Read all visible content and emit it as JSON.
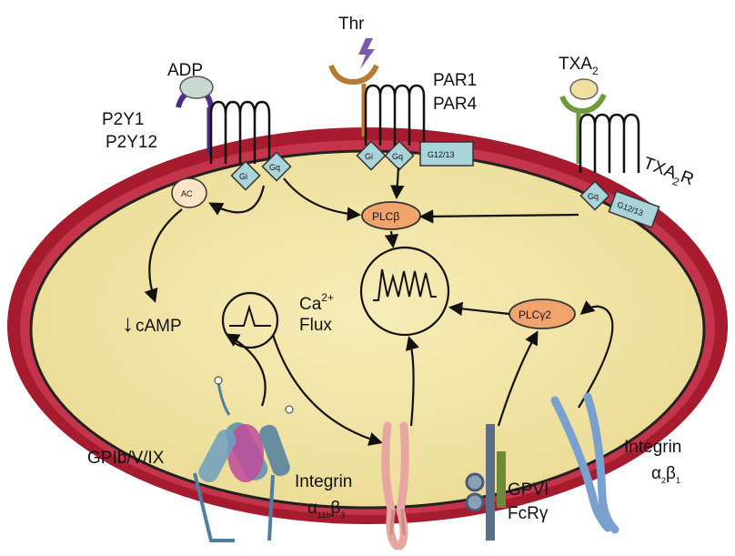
{
  "labels": {
    "adp": "ADP",
    "p2y1": "P2Y1",
    "p2y12": "P2Y12",
    "thr": "Thr",
    "par1": "PAR1",
    "par4": "PAR4",
    "txa2": "TXA",
    "txa2_sub": "2",
    "txa2r": "TXA",
    "txa2r_sub": "2",
    "txa2r_tail": "R",
    "ac": "AC",
    "gi_left": "Gi",
    "gq_left": "Gq",
    "gi_mid": "Gi",
    "gq_mid": "Gq",
    "g1213_mid": "G12/13",
    "gq_right": "Gq",
    "g1213_right": "G12/13",
    "plcb": "PLCβ",
    "plcg2": "PLCγ2",
    "camp": "cAMP",
    "camp_arrow": "↓",
    "ca": "Ca",
    "ca_sup": "2+",
    "flux": "Flux",
    "gpib": "GPIb/V/IX",
    "integrin_center": "Integrin",
    "integrin_center_sub": "α",
    "integrin_center_sub2": "11b",
    "integrin_center_sub3": "β",
    "integrin_center_sub4": "3",
    "gpvi": "GPVI",
    "fcr": "FcRγ",
    "integrin_right": "Integrin",
    "integrin_right_sub": "α",
    "integrin_right_sub2": "2",
    "integrin_right_sub3": "β",
    "integrin_right_sub4": "1"
  },
  "colors": {
    "membrane": "#a61b2e",
    "membrane_inner": "#c4344a",
    "cytoplasm": "#f3e6a6",
    "p2y_receptor": "#4b2f86",
    "par_receptor": "#b77a34",
    "tp_receptor": "#6f9a3e",
    "g_protein": "#a9d5da",
    "enzyme": "#f0a36a",
    "thrombin_bolt": "#7b5aa8",
    "gpib": "#5a8fb0",
    "gpib_magenta": "#c04a9a",
    "integrin_pink": "#e7a7a0",
    "gpvi": "#5a6e86",
    "integrin_blue": "#7aa0d0"
  },
  "icons": [
    "lightning-bolt-icon",
    "adp-ligand-icon",
    "txa2-ligand-icon"
  ]
}
